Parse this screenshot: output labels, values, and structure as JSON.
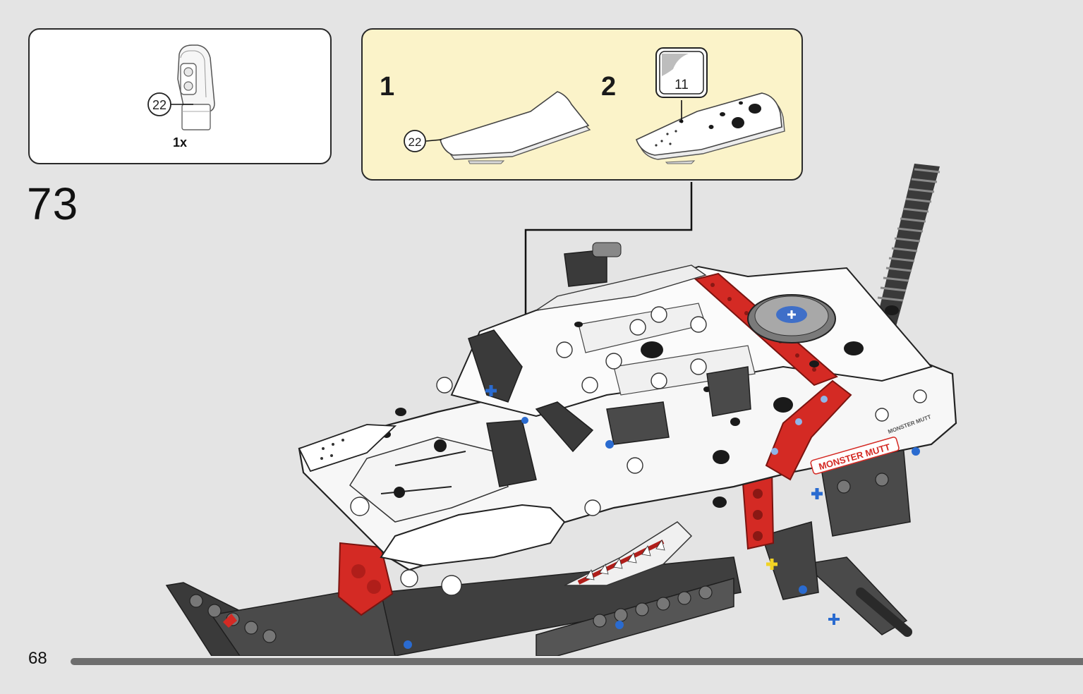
{
  "parts_callout": {
    "part_id": "22",
    "quantity": "1x"
  },
  "subassembly": {
    "step1_label": "1",
    "step2_label": "2",
    "part_id": "22",
    "sticker_number": "11"
  },
  "step": {
    "number": "73"
  },
  "model": {
    "decal_text": "MONSTER MUTT",
    "logo_text": "MONSTER MUTT",
    "colors": {
      "body_white": "#ffffff",
      "spots_black": "#1a1a1a",
      "accent_red": "#d42a24",
      "frame_dark": "#3a3a3a",
      "pin_blue": "#2a6bd0",
      "pin_yellow": "#f2d324"
    }
  },
  "footer": {
    "page_number": "68"
  }
}
